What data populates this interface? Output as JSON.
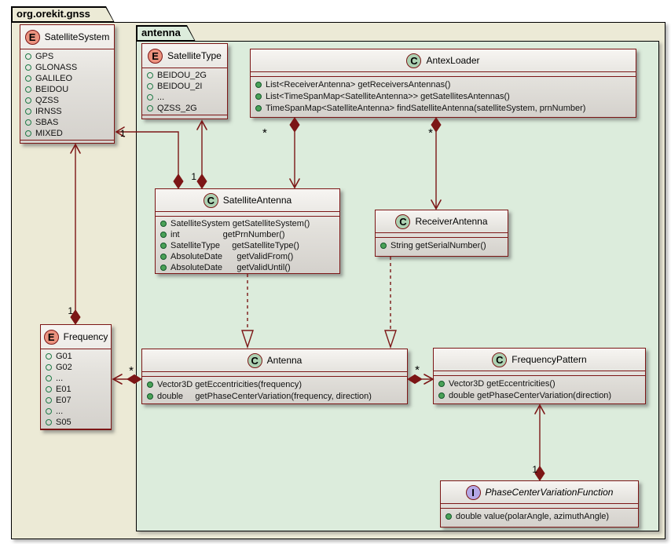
{
  "packages": {
    "outer": {
      "name": "org.orekit.gnss"
    },
    "inner": {
      "name": "antenna"
    }
  },
  "classes": {
    "satellite_system": {
      "letter": "E",
      "name": "SatelliteSystem",
      "members": [
        "GPS",
        "GLONASS",
        "GALILEO",
        "BEIDOU",
        "QZSS",
        "IRNSS",
        "SBAS",
        "MIXED"
      ]
    },
    "satellite_type": {
      "letter": "E",
      "name": "SatelliteType",
      "members": [
        "BEIDOU_2G",
        "BEIDOU_2I",
        "...",
        "QZSS_2G"
      ]
    },
    "antex_loader": {
      "letter": "C",
      "name": "AntexLoader",
      "members": [
        "List<ReceiverAntenna> getReceiversAntennas()",
        "List<TimeSpanMap<SatelliteAntenna>> getSatellitesAntennas()",
        "TimeSpanMap<SatelliteAntenna> findSatelliteAntenna(satelliteSystem, prnNumber)"
      ]
    },
    "satellite_antenna": {
      "letter": "C",
      "name": "SatelliteAntenna",
      "members": [
        "SatelliteSystem getSatelliteSystem()",
        "int                  getPrnNumber()",
        "SatelliteType     getSatelliteType()",
        "AbsoluteDate      getValidFrom()",
        "AbsoluteDate      getValidUntil()"
      ]
    },
    "receiver_antenna": {
      "letter": "C",
      "name": "ReceiverAntenna",
      "members": [
        "String getSerialNumber()"
      ]
    },
    "frequency": {
      "letter": "E",
      "name": "Frequency",
      "members": [
        "G01",
        "G02",
        "...",
        "E01",
        "E07",
        "...",
        "S05"
      ]
    },
    "antenna": {
      "letter": "C",
      "name": "Antenna",
      "members": [
        "Vector3D getEccentricities(frequency)",
        "double     getPhaseCenterVariation(frequency, direction)"
      ]
    },
    "frequency_pattern": {
      "letter": "C",
      "name": "FrequencyPattern",
      "members": [
        "Vector3D getEccentricities()",
        "double getPhaseCenterVariation(direction)"
      ]
    },
    "phase_center_variation_function": {
      "letter": "I",
      "name": "PhaseCenterVariationFunction",
      "members": [
        "double value(polarAngle, azimuthAngle)"
      ]
    }
  },
  "multiplicities": {
    "satellite_antenna_to_satellite_system": "1",
    "satellite_antenna_to_satellite_type": "1",
    "antex_to_satellite_antenna": "*",
    "antex_to_receiver_antenna": "*",
    "frequency_to_satellite_system": "1",
    "antenna_to_frequency": "*",
    "antenna_to_frequency_pattern": "*",
    "pcvf_to_frequency_pattern": "1"
  },
  "colors": {
    "line": "#7c1616",
    "outer_package_bg": "#ecead6",
    "inner_package_bg": "#dcecdc",
    "class_badge": "#add1b2",
    "enum_badge": "#eb937f",
    "interface_badge": "#b4a7e5"
  }
}
